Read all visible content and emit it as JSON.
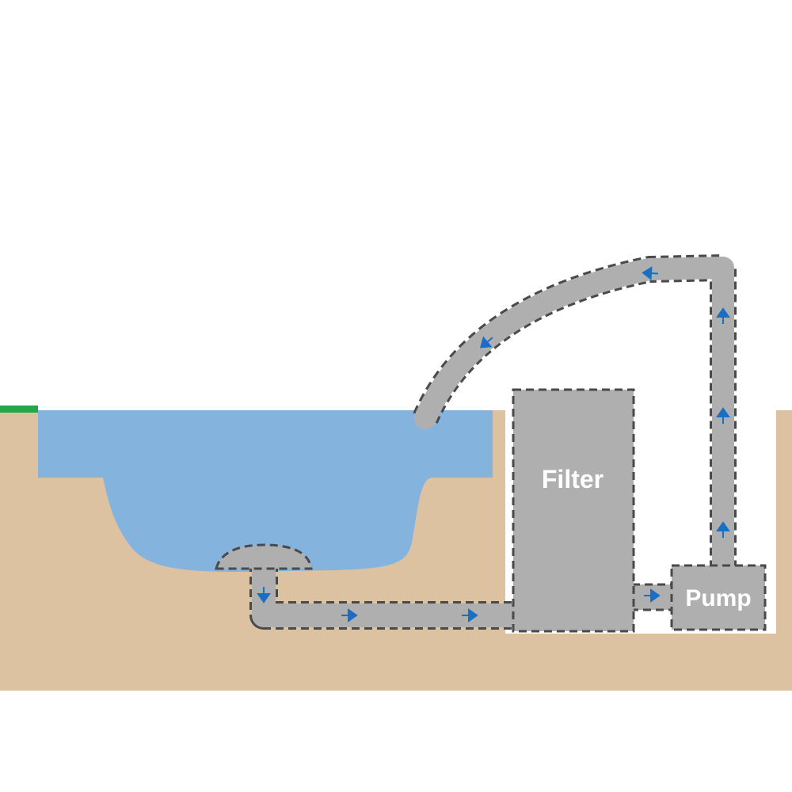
{
  "diagram": {
    "labels": {
      "filter": "Filter",
      "pump": "Pump"
    },
    "colors": {
      "soil": "#dcc2a1",
      "water": "#84b3de",
      "grass": "#22a84a",
      "pipe": "#afafaf",
      "pipe_outline": "#4a4a4a",
      "flow_arrow": "#1a6fc4"
    },
    "flow_direction": [
      "pond-bottom-drain",
      "filter",
      "pump",
      "return-pipe",
      "pond"
    ]
  }
}
